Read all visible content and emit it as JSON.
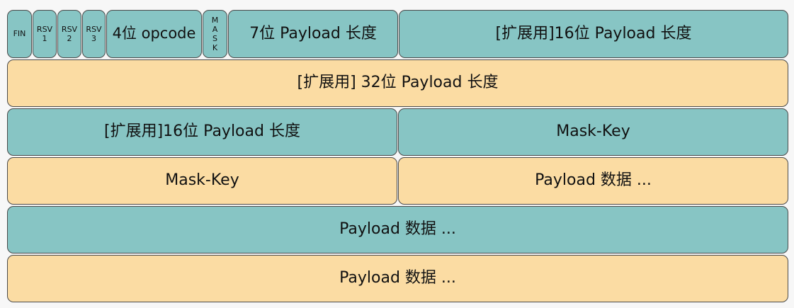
{
  "colors": {
    "teal": "#87c5c4",
    "peach": "#fbdca3",
    "border": "#4a4a4a"
  },
  "rows": {
    "row1": {
      "fin": "FIN",
      "rsv1": "RSV\n1",
      "rsv2": "RSV\n2",
      "rsv3": "RSV\n3",
      "opcode": "4位 opcode",
      "mask": "M\nA\nS\nK",
      "payload7": "7位 Payload 长度",
      "ext16": "[扩展用]16位 Payload 长度"
    },
    "row2": {
      "ext32": "[扩展用] 32位 Payload 长度"
    },
    "row3": {
      "ext16": "[扩展用]16位 Payload 长度",
      "mask_key": "Mask-Key"
    },
    "row4": {
      "mask_key": "Mask-Key",
      "payload_data": "Payload 数据 ..."
    },
    "row5": {
      "payload_data": "Payload 数据 ..."
    },
    "row6": {
      "payload_data": "Payload 数据 ..."
    }
  }
}
